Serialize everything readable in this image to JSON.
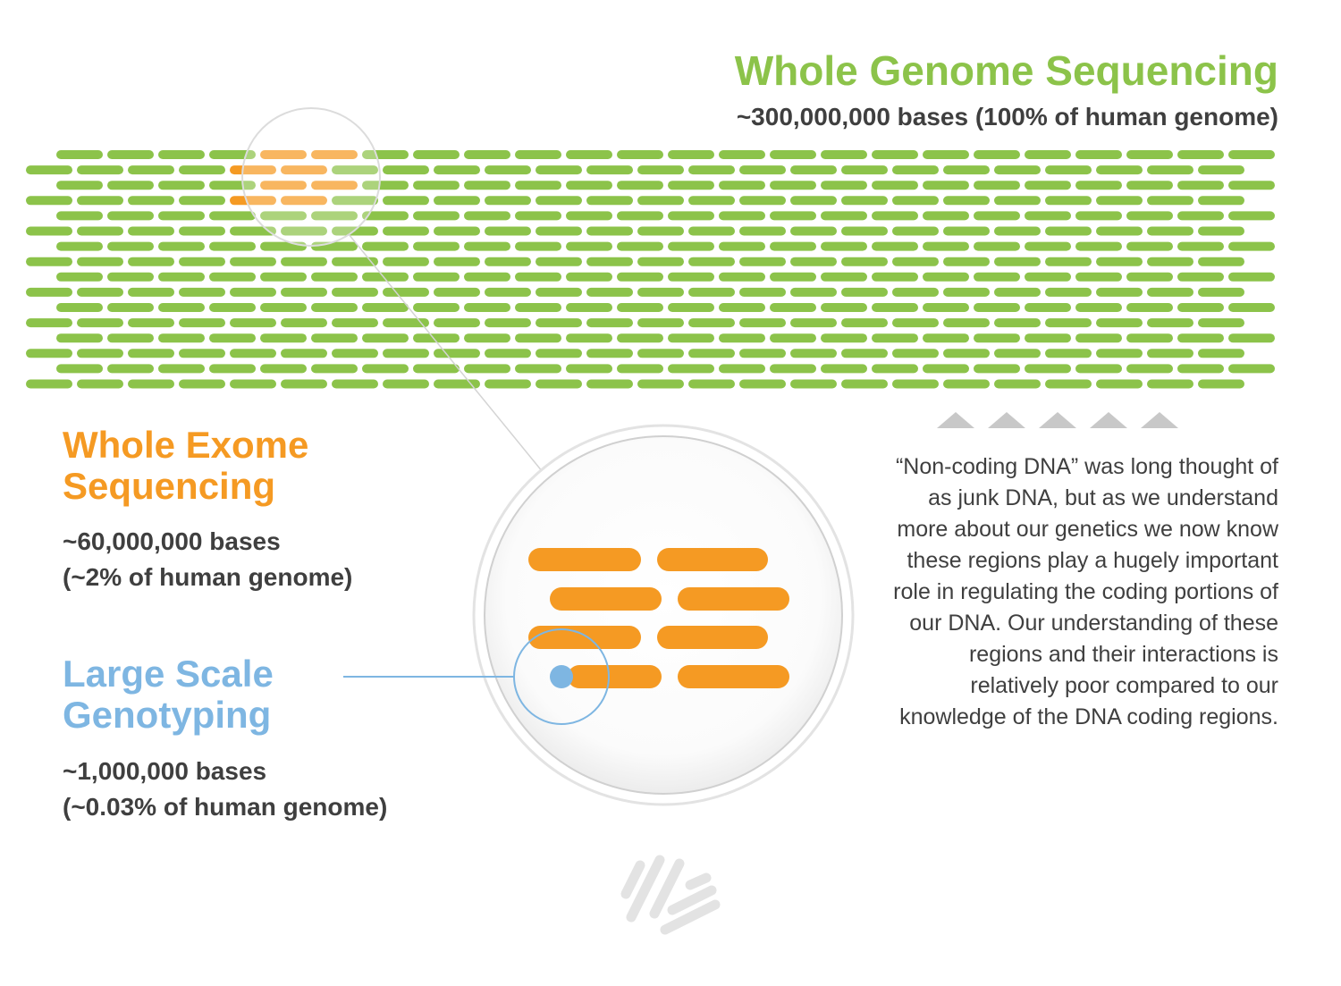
{
  "colors": {
    "genome_green": "#8cc34a",
    "exome_orange": "#f59a23",
    "genotyping_blue": "#7eb6e2",
    "text_dark": "#3f3f3f",
    "ring_gray": "#d9d9d9",
    "triangle_gray": "#c8c8c8",
    "logo_gray": "#e3e3e3"
  },
  "whole_genome": {
    "title": "Whole Genome Sequencing",
    "subtitle": "~300,000,000 bases (100% of human genome)"
  },
  "whole_exome": {
    "title_line1": "Whole Exome",
    "title_line2": "Sequencing",
    "bases": "~60,000,000 bases",
    "percent": "(~2% of human genome)"
  },
  "genotyping": {
    "title_line1": "Large Scale",
    "title_line2": "Genotyping",
    "bases": "~1,000,000 bases",
    "percent": "(~0.03% of human genome)"
  },
  "note": {
    "text": "“Non-coding DNA” was long thought of as junk DNA, but as we understand more about our genetics we now know these regions play a hugely important role in regulating the coding portions of our DNA. Our understanding of these regions and their interactions is relatively poor compared to our knowledge of the DNA coding regions."
  },
  "icons": {
    "magnifier": "magnifier-lens-icon",
    "triangles": "triangle-marker-icon",
    "logo": "brand-logo-icon"
  }
}
